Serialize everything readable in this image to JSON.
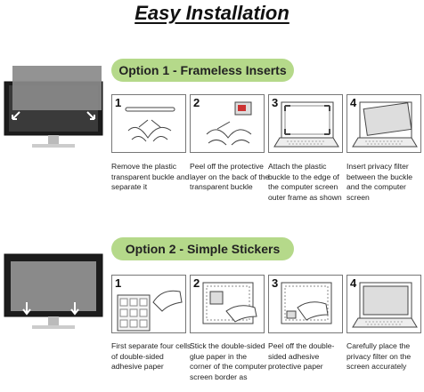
{
  "title": "Easy Installation",
  "option1": {
    "label": "Option 1 - Frameless Inserts",
    "steps": [
      {
        "num": "1",
        "text": "Remove the plastic transparent buckle and separate it"
      },
      {
        "num": "2",
        "text": "Peel off the protective layer on the back of the transparent buckle"
      },
      {
        "num": "3",
        "text": "Attach the plastic buckle to the edge of the computer screen outer frame as shown"
      },
      {
        "num": "4",
        "text": "Insert privacy filter between the buckle and the computer screen"
      }
    ]
  },
  "option2": {
    "label": "Option 2 - Simple Stickers",
    "steps": [
      {
        "num": "1",
        "text": "First separate four cells of double-sided adhesive paper"
      },
      {
        "num": "2",
        "text": "Stick the double-sided glue paper in the corner of the computer screen border as"
      },
      {
        "num": "3",
        "text": "Peel off the double-sided adhesive protective paper"
      },
      {
        "num": "4",
        "text": "Carefully place the privacy filter on the screen accurately"
      }
    ]
  },
  "colors": {
    "pill": "#b5d98a",
    "screen": "#3a3a3a",
    "filter": "#8a8a8a"
  }
}
